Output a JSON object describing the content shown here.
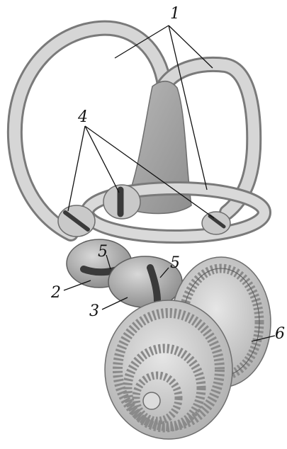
{
  "labels": {
    "l1": "1",
    "l2": "2",
    "l3": "3",
    "l4": "4",
    "l5a": "5",
    "l5b": "5",
    "l6": "6"
  }
}
